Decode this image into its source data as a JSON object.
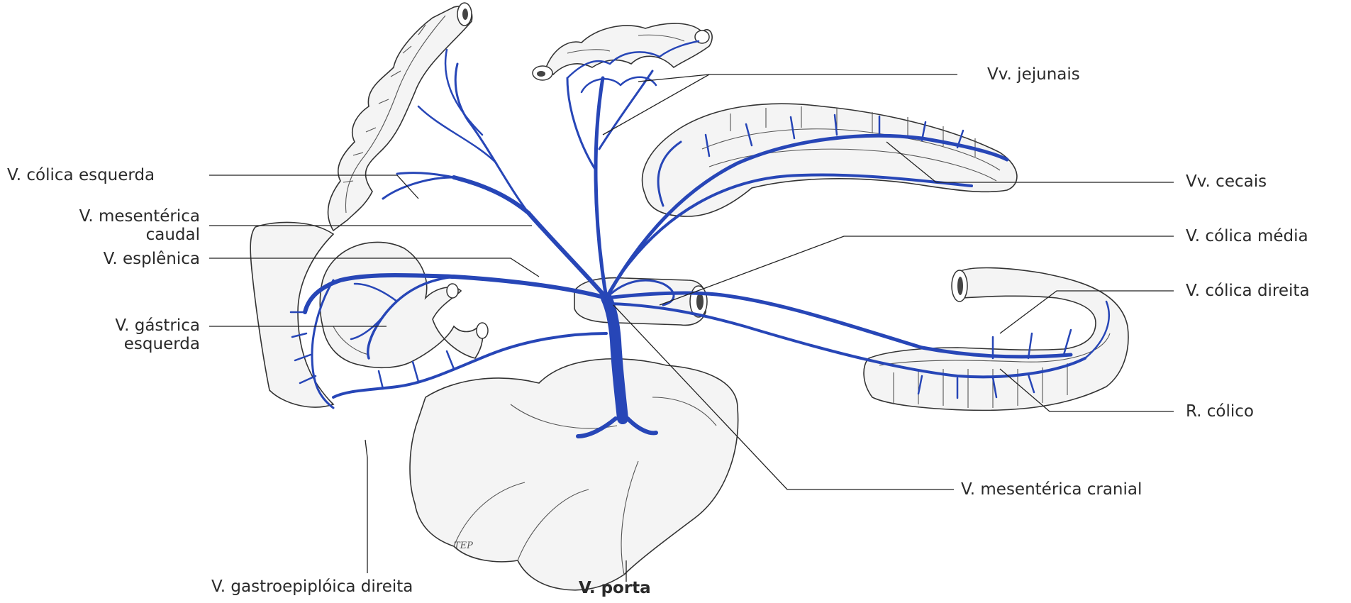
{
  "colors": {
    "vein": "#2746b7",
    "organ_fill": "#f4f4f4",
    "outline": "#333333",
    "text": "#2a2a2a"
  },
  "labels": {
    "jejunais": "Vv. jejunais",
    "colica_esquerda": "V. cólica esquerda",
    "mesenterica_caudal_1": "V. mesentérica",
    "mesenterica_caudal_2": "caudal",
    "esplenica": "V. esplênica",
    "gastrica_esquerda_1": "V. gástrica",
    "gastrica_esquerda_2": "esquerda",
    "cecais": "Vv. cecais",
    "colica_media": "V. cólica média",
    "colica_direita": "V. cólica direita",
    "r_colico": "R. cólico",
    "mesenterica_cranial": "V. mesentérica cranial",
    "gastroepiploica_direita": "V. gastroepiplóica direita",
    "porta": "V. porta"
  },
  "signature": "TEP"
}
